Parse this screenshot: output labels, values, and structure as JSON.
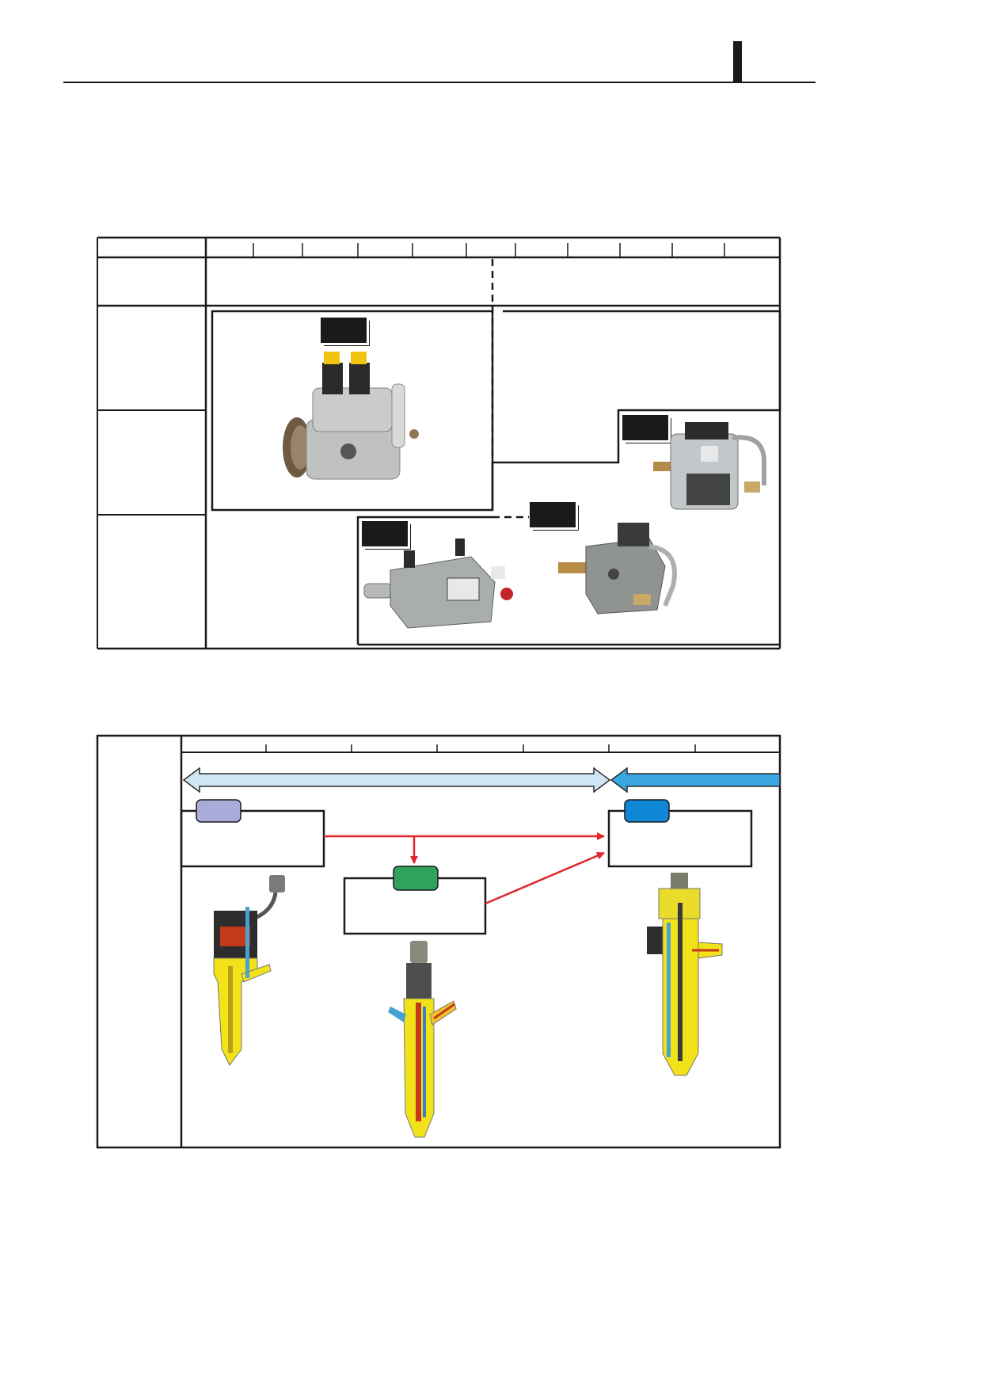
{
  "page": {
    "header_marker": ""
  },
  "colors": {
    "rule": "#1a1a1a",
    "light_arrow": "#cfe6f5",
    "light_arrow_stroke": "#2c2c2c",
    "dark_arrow": "#3aa6e0",
    "red_arrow": "#e0262b",
    "tag_lavender": "#a9acd9",
    "tag_green": "#2fa35a",
    "tag_blue": "#1086d6",
    "injector_yellow": "#f2e21a",
    "pump_gray": "#b9bcbc"
  },
  "figure1": {
    "photos": [
      {
        "name": "pump-hp0",
        "icon": "fuel-pump-icon"
      },
      {
        "name": "pump-hp3",
        "icon": "fuel-pump-icon"
      },
      {
        "name": "pump-hp2",
        "icon": "fuel-pump-icon"
      },
      {
        "name": "pump-hp4",
        "icon": "fuel-pump-icon"
      }
    ]
  },
  "figure2": {
    "photos": [
      {
        "name": "injector-solenoid-1",
        "icon": "injector-cutaway-icon"
      },
      {
        "name": "injector-solenoid-2",
        "icon": "injector-cutaway-icon"
      },
      {
        "name": "injector-piezo",
        "icon": "injector-cutaway-icon"
      }
    ]
  }
}
